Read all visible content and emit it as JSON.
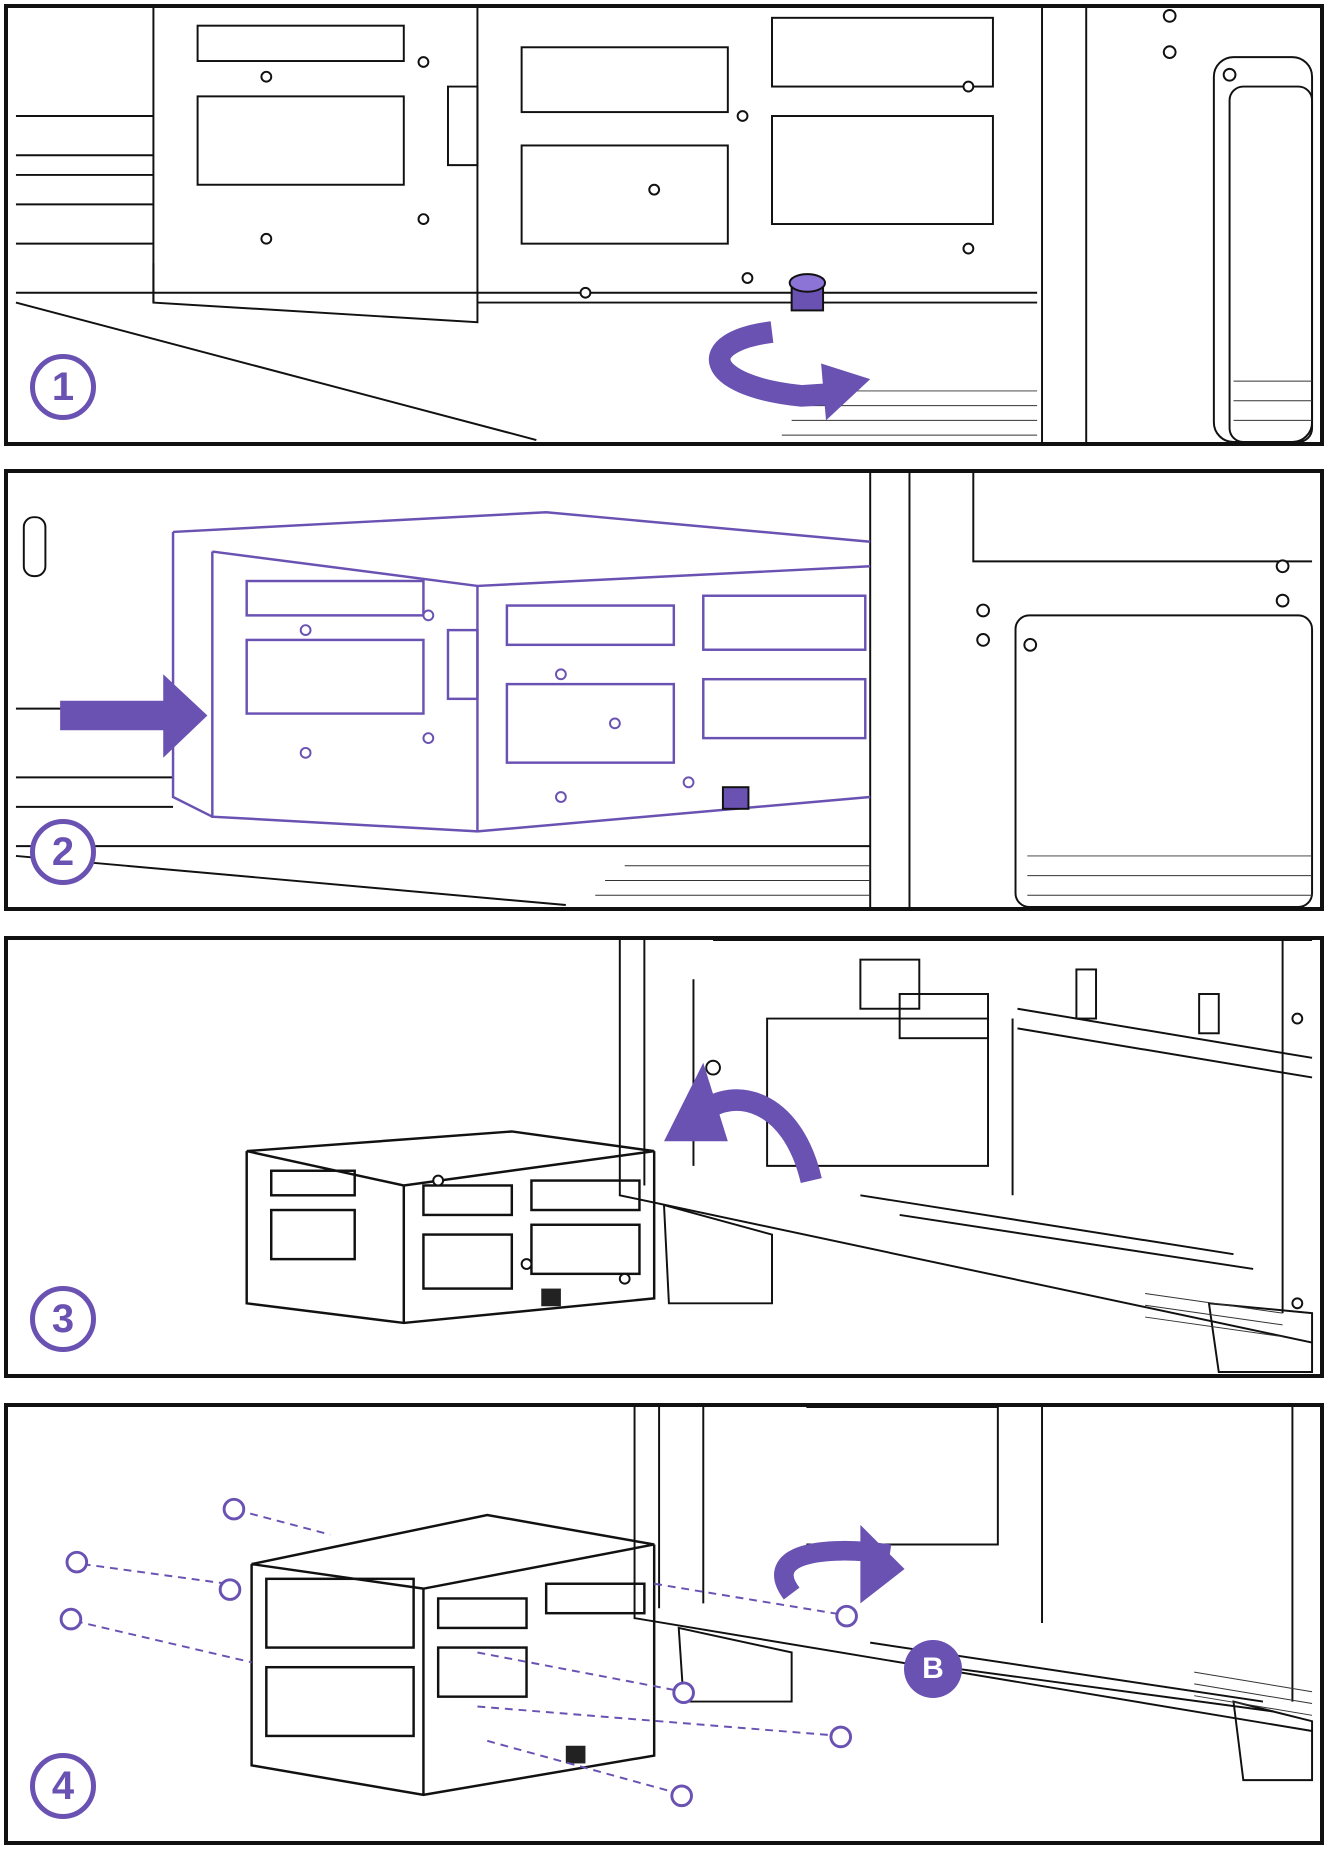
{
  "steps": [
    {
      "number": "1"
    },
    {
      "number": "2"
    },
    {
      "number": "3"
    },
    {
      "number": "4"
    }
  ],
  "callout_label": "B",
  "colors": {
    "accent": "#6a52b3",
    "line": "#111111",
    "light_line": "#555555"
  },
  "icons": [
    "rotate-arrow-icon",
    "push-arrow-icon",
    "lift-arrow-icon",
    "swing-arrow-icon",
    "screw-icon"
  ]
}
